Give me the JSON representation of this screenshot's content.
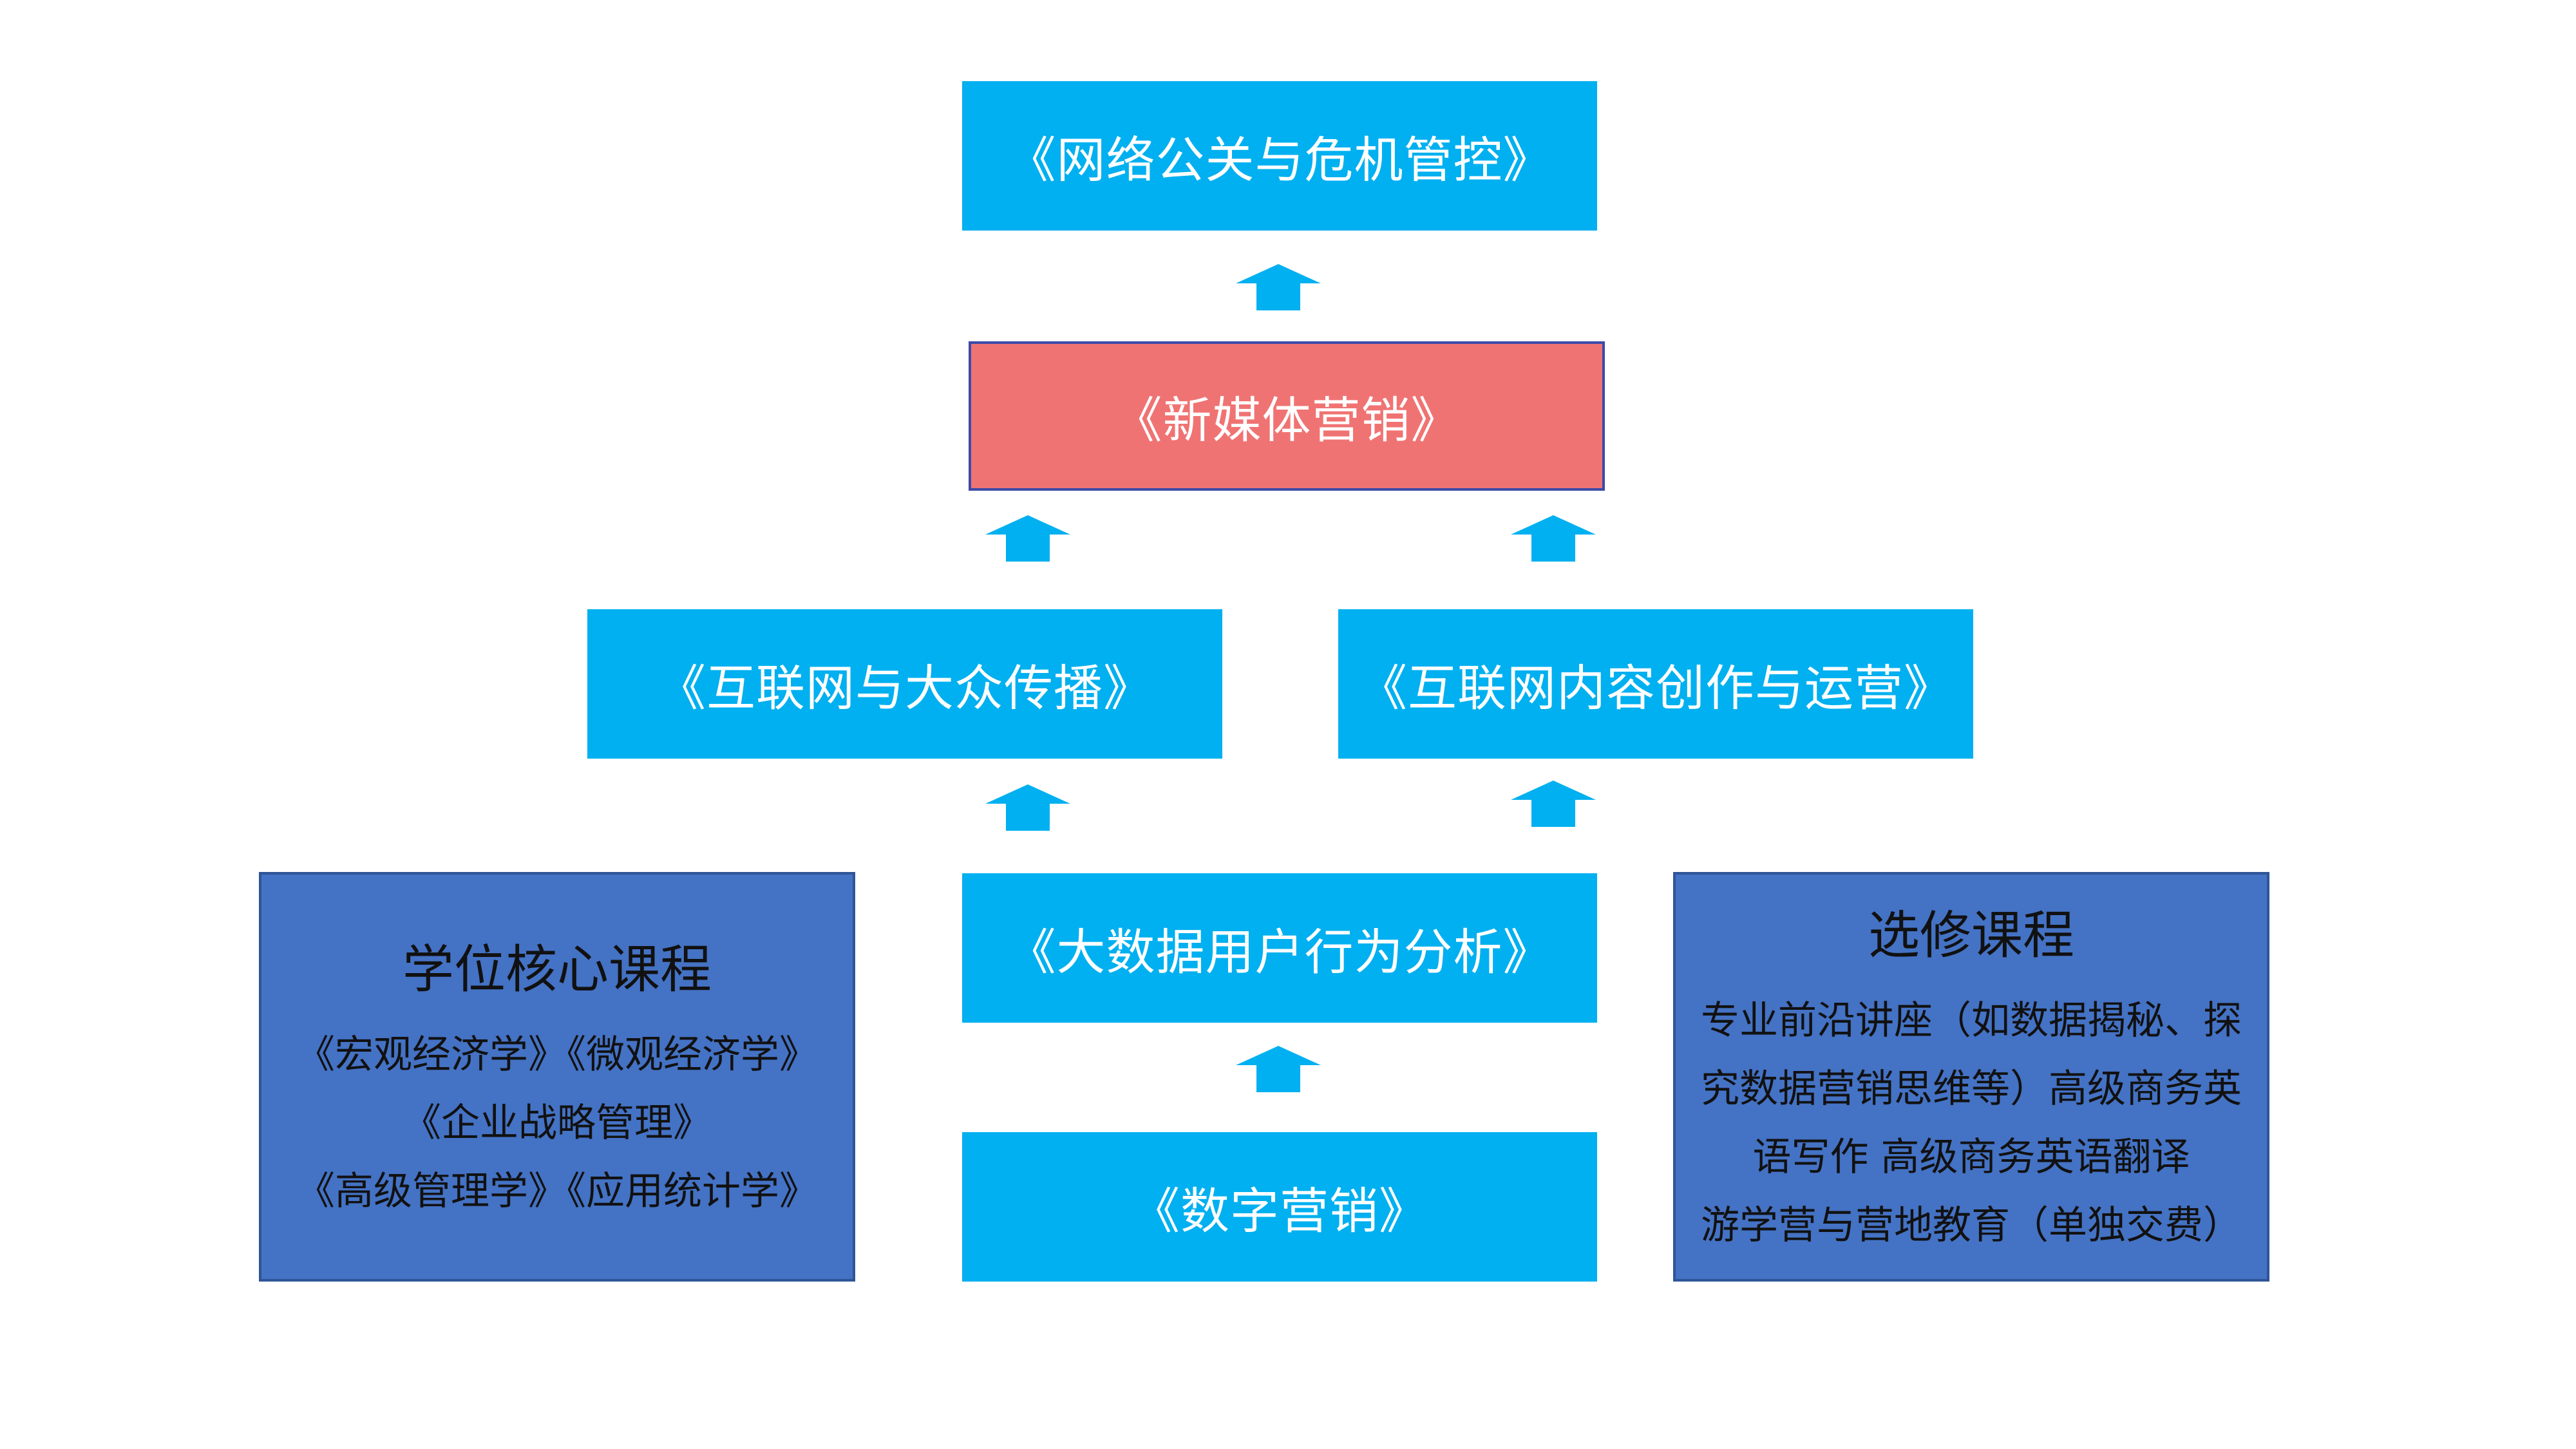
{
  "diagram": {
    "top_course": "《网络公关与危机管控》",
    "center_course": "《新媒体营销》",
    "left_mid_course": "《互联网与大众传播》",
    "right_mid_course": "《互联网内容创作与运营》",
    "analysis_course": "《大数据用户行为分析》",
    "base_course": "《数字营销》",
    "core_panel": {
      "title": "学位核心课程",
      "lines": [
        "《宏观经济学》《微观经济学》",
        "《企业战略管理》",
        "《高级管理学》《应用统计学》"
      ]
    },
    "elective_panel": {
      "title": "选修课程",
      "lines": [
        "专业前沿讲座（如数据揭秘、探",
        "究数据营销思维等）高级商务英",
        "语写作  高级商务英语翻译",
        "游学营与营地教育（单独交费）"
      ]
    }
  },
  "colors": {
    "course_fill": "#00b0f0",
    "highlight_fill": "#f07373",
    "panel_fill": "#4472c4",
    "arrow_fill": "#00b0f0"
  },
  "icons": {
    "arrow": "up-arrow-icon"
  }
}
